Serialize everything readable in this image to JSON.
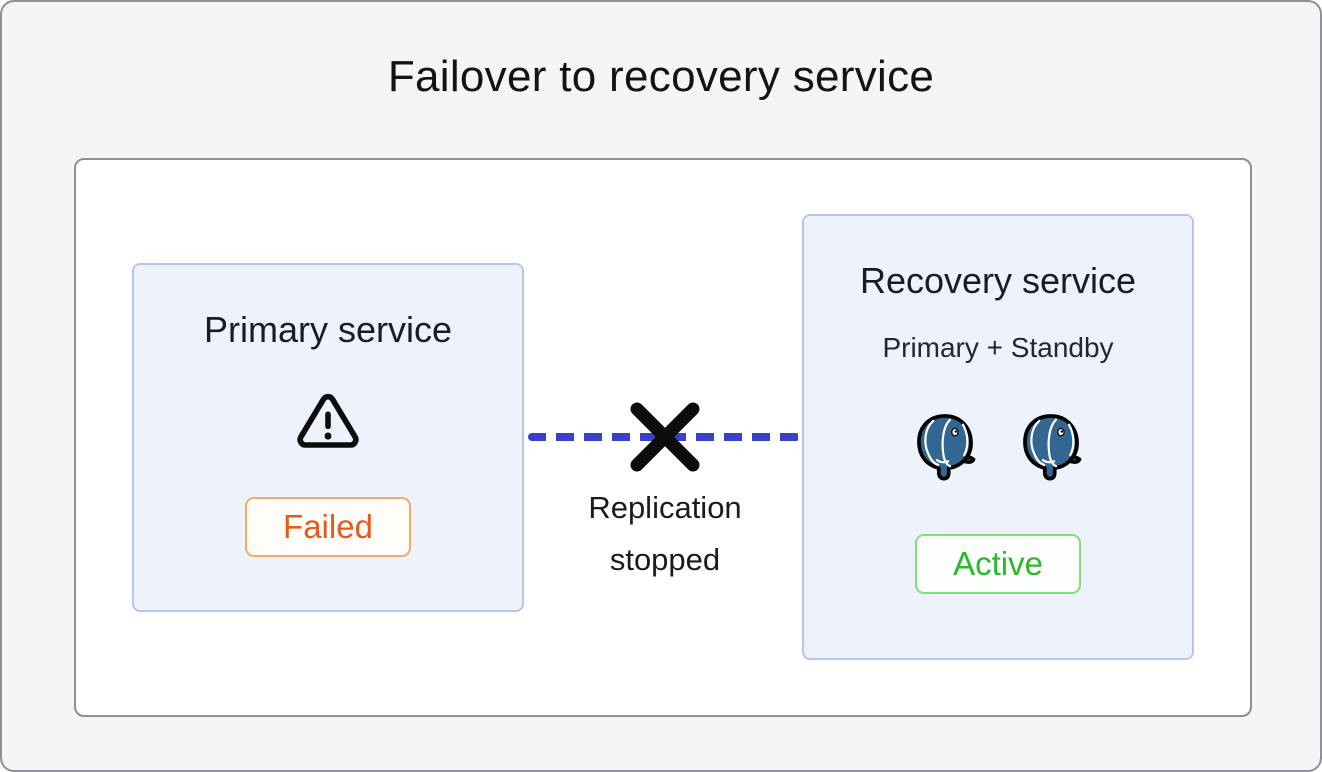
{
  "page": {
    "title": "Failover to recovery service"
  },
  "primary_service": {
    "title": "Primary service",
    "icon": "warning-triangle-icon",
    "status": "Failed"
  },
  "connector": {
    "label_line1": "Replication",
    "label_line2": "stopped",
    "icon": "x-mark-icon",
    "style": "dashed"
  },
  "recovery_service": {
    "title": "Recovery service",
    "subtitle": "Primary + Standby",
    "icons": [
      "postgres-elephant-icon",
      "postgres-elephant-icon"
    ],
    "status": "Active"
  },
  "colors": {
    "page_background": "#f5f5f7",
    "panel_background": "#ffffff",
    "panel_border": "#8e8e97",
    "service_box_background": "#edf2fd",
    "service_box_border": "#b9c5f1",
    "connector_blue": "#3742c6",
    "x_mark_black": "#0c0c0c",
    "failed_text": "#e8591c",
    "failed_border": "#f5aa66",
    "active_text": "#2bb92b",
    "active_border": "#7de07d",
    "postgres_blue": "#336791"
  }
}
